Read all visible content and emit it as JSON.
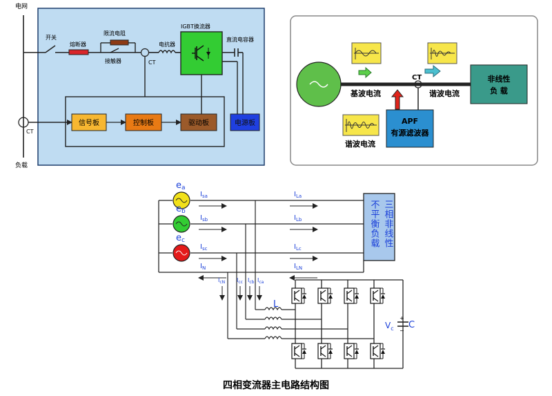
{
  "panel1": {
    "grid_label": "电网",
    "load_label": "负载",
    "switch_label": "开关",
    "fuse_label": "熔断器",
    "resistor_label": "限流电阻",
    "contactor_label": "接触器",
    "ct_label": "CT",
    "reactor_label": "电抗器",
    "igbt_label": "IGBT换流器",
    "capacitor_label": "直流电容器",
    "bottom_ct_label": "CT",
    "blocks": [
      "信号板",
      "控制板",
      "驱动板",
      "电源板"
    ],
    "colors": {
      "panel_bg": "#bfdcf2",
      "igbt": "#33cc33",
      "signal": "#f7b731",
      "control": "#e87a14",
      "driver": "#9b5a2a",
      "power": "#1f3fe0",
      "fuse": "#d9252a"
    }
  },
  "panel2": {
    "ct_label": "CT",
    "fundamental_label": "基波电流",
    "harmonic_label_right": "谐波电流",
    "harmonic_label_left": "谐波电流",
    "apf_title": "APF",
    "apf_subtitle": "有源滤波器",
    "load_line1": "非线性",
    "load_line2": "负 载",
    "colors": {
      "source": "#5fbf4a",
      "apf": "#2b8fd0",
      "load": "#3a9a8a",
      "arrow_green": "#5ccf4a",
      "arrow_cyan": "#4bbfcf",
      "arrow_red": "#e0241b"
    }
  },
  "panel3": {
    "sources": [
      {
        "letter": "e",
        "sub": "a",
        "color": "#f2e11a"
      },
      {
        "letter": "e",
        "sub": "b",
        "color": "#33cc33"
      },
      {
        "letter": "e",
        "sub": "c",
        "color": "#e41a1a"
      }
    ],
    "source_currents": [
      {
        "main": "I",
        "sub": "sa"
      },
      {
        "main": "I",
        "sub": "sb"
      },
      {
        "main": "I",
        "sub": "sc"
      },
      {
        "main": "I",
        "sub": "N"
      }
    ],
    "load_currents": [
      {
        "main": "I",
        "sub": "La"
      },
      {
        "main": "I",
        "sub": "Lb"
      },
      {
        "main": "I",
        "sub": "Lc"
      },
      {
        "main": "I",
        "sub": "LN"
      }
    ],
    "comp_currents": [
      {
        "main": "I",
        "sub": "cN"
      },
      {
        "main": "I",
        "sub": "cc"
      },
      {
        "main": "I",
        "sub": "cb"
      },
      {
        "main": "I",
        "sub": "ca"
      }
    ],
    "load_col1": "三相非线性",
    "load_col2": "不平衡负载",
    "inductor_label": "L",
    "vc_main": "V",
    "vc_sub": "c",
    "cap_label": "C",
    "plus_sign": "+",
    "minus_sign": "−",
    "caption": "四相变流器主电路结构图"
  }
}
